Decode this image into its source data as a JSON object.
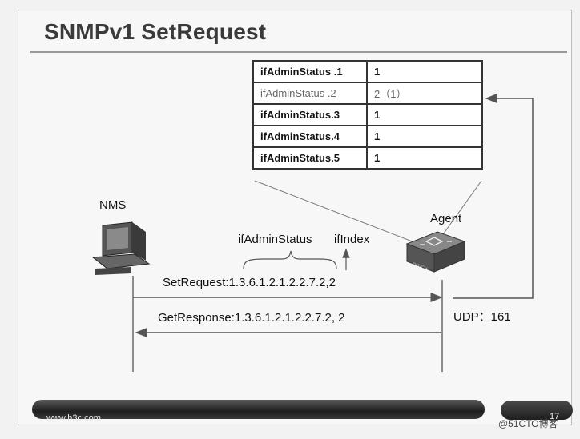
{
  "slide": {
    "title": "SNMPv1 SetRequest",
    "footer_url": "www.h3c.com",
    "watermark": "@51CTO博客",
    "page_number": "17"
  },
  "mib_table": {
    "rows": [
      {
        "oid": "ifAdminStatus .1",
        "value": "1"
      },
      {
        "oid": "ifAdminStatus .2",
        "value": "2（1）"
      },
      {
        "oid": "ifAdminStatus.3",
        "value": "1"
      },
      {
        "oid": "ifAdminStatus.4",
        "value": "1"
      },
      {
        "oid": "ifAdminStatus.5",
        "value": "1"
      }
    ]
  },
  "diagram": {
    "nms_label": "NMS",
    "agent_label": "Agent",
    "switch_text": "SWITCH",
    "object_label": "ifAdminStatus",
    "index_label": "ifIndex",
    "request_label": "SetRequest:1.3.6.1.2.1.2.2.7.2,2",
    "response_label": "GetResponse:1.3.6.1.2.1.2.2.7.2, 2",
    "udp_label": "UDP：161"
  }
}
